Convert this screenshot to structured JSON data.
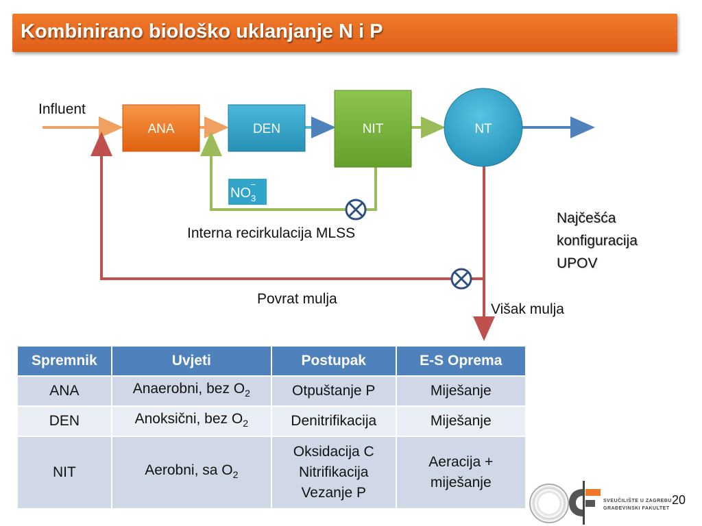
{
  "title": "Kombinirano biološko uklanjanje N i P",
  "diagram": {
    "influent": "Influent",
    "ana": "ANA",
    "den": "DEN",
    "nit": "NIT",
    "nt": "NT",
    "no3": "NO",
    "no3_sub": "3",
    "no3_sup": "−",
    "internal_recirc": "Interna recirkulacija MLSS",
    "sludge_return": "Povrat mulja",
    "excess_sludge": "Višak mulja"
  },
  "side_note": [
    "Najčešća",
    "konfiguracija",
    "UPOV"
  ],
  "table": {
    "headers": [
      "Spremnik",
      "Uvjeti",
      "Postupak",
      "E-S Oprema"
    ],
    "rows": [
      {
        "tank": "ANA",
        "cond": "Anaerobni, bez O",
        "cond_sub": "2",
        "process": [
          "Otpuštanje P"
        ],
        "equip": [
          "Miješanje"
        ]
      },
      {
        "tank": "DEN",
        "cond": "Anoksični, bez O",
        "cond_sub": "2",
        "process": [
          "Denitrifikacija"
        ],
        "equip": [
          "Miješanje"
        ]
      },
      {
        "tank": "NIT",
        "cond": "Aerobni, sa O",
        "cond_sub": "2",
        "process": [
          "Oksidacija C",
          "Nitrifikacija",
          "Vezanje P"
        ],
        "equip": [
          "Aeracija +",
          "miješanje"
        ]
      }
    ]
  },
  "footer": {
    "university": "SVEUČILIŠTE U ZAGREBU",
    "faculty": "GRAĐEVINSKI FAKULTET",
    "page": "20"
  },
  "colors": {
    "title_bar": "#e8661f",
    "influent_line": "#f0a060",
    "effluent_line": "#4f81bd",
    "ana": "#e46c0a",
    "den": "#31a5c9",
    "nit": "#77b03a",
    "nt": "#31a5c9",
    "internal_recirc_line": "#9bbb59",
    "sludge_line": "#c0504d",
    "table_header": "#4f81bd"
  }
}
